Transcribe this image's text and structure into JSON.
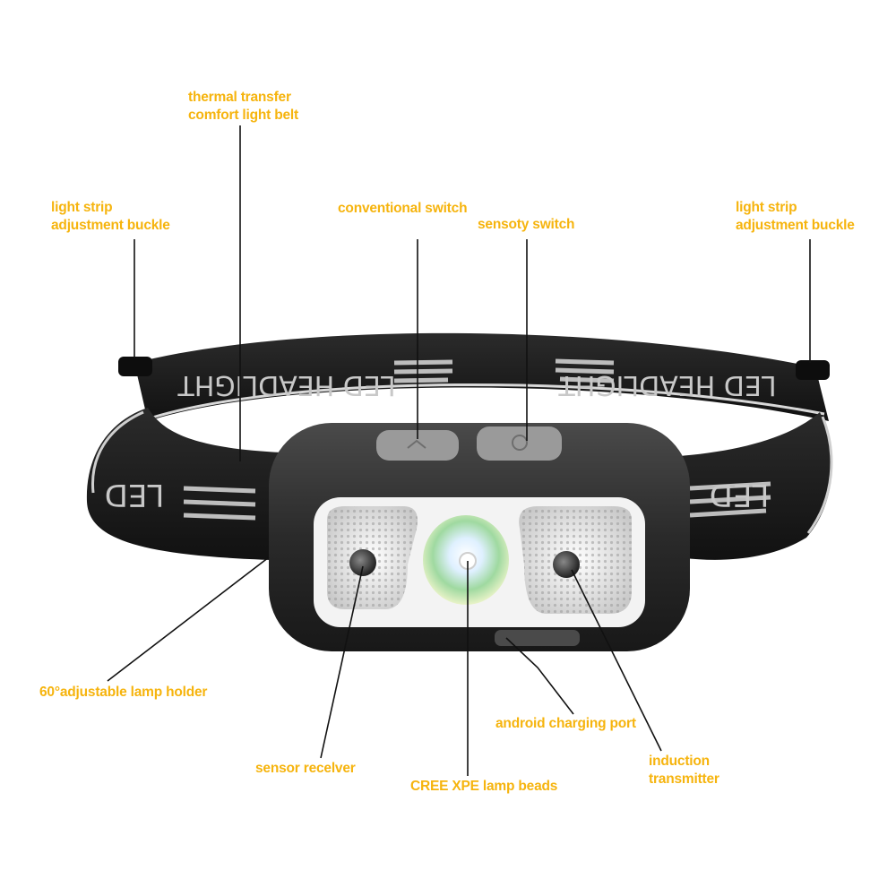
{
  "colors": {
    "label": "#f6b40e",
    "leader_line": "#111111",
    "strap": "#1a1a1a",
    "body": "#2a2a2a",
    "buttons": "#9a9a9a"
  },
  "strap_print": {
    "text_back_left": "LED HEADLIGHT",
    "text_back_right": "LED HEADLIGHT",
    "text_front_left": "LED",
    "text_front_right": "LED"
  },
  "labels": {
    "thermal_transfer_belt": {
      "line1": "thermal transfer",
      "line2": "comfort light belt"
    },
    "buckle_left": {
      "line1": "light strip",
      "line2": "adjustment buckle"
    },
    "buckle_right": {
      "line1": "light strip",
      "line2": "adjustment buckle"
    },
    "conventional_switch": {
      "line1": "conventional switch"
    },
    "sensory_switch": {
      "line1": "sensoty switch"
    },
    "lamp_holder": {
      "line1": "60°adjustable lamp holder"
    },
    "charging_port": {
      "line1": "android charging port"
    },
    "sensor_receiver": {
      "line1": "sensor recelver"
    },
    "lamp_beads": {
      "line1": "CREE XPE lamp beads"
    },
    "induction_transmitter": {
      "line1": "induction",
      "line2": "transmitter"
    }
  }
}
